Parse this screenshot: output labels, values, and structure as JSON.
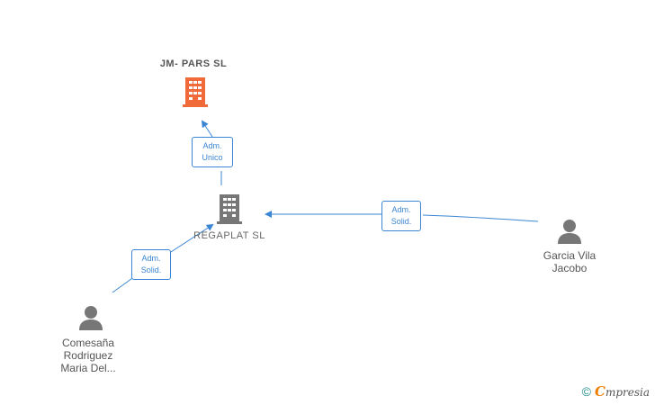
{
  "nodes": {
    "jm_pars": {
      "label": "JM- PARS  SL",
      "type": "company",
      "color": "#f06a3a"
    },
    "regaplat": {
      "label": "REGAPLAT  SL",
      "type": "company",
      "color": "#777777"
    },
    "garcia": {
      "label_line1": "Garcia Vila",
      "label_line2": "Jacobo",
      "type": "person"
    },
    "comesana": {
      "label_line1": "Comesaña",
      "label_line2": "Rodriguez",
      "label_line3": "Maria Del...",
      "type": "person"
    }
  },
  "edges": {
    "regaplat_to_jm": {
      "line1": "Adm.",
      "line2": "Unico"
    },
    "garcia_to_regaplat": {
      "line1": "Adm.",
      "line2": "Solid."
    },
    "comesana_to_regaplat": {
      "line1": "Adm.",
      "line2": "Solid."
    }
  },
  "footer": {
    "copyright": "©",
    "brand_initial": "C",
    "brand_rest": "mpresia"
  },
  "colors": {
    "edge": "#3a86d4",
    "accent": "#f06a3a",
    "node_gray": "#777777"
  }
}
